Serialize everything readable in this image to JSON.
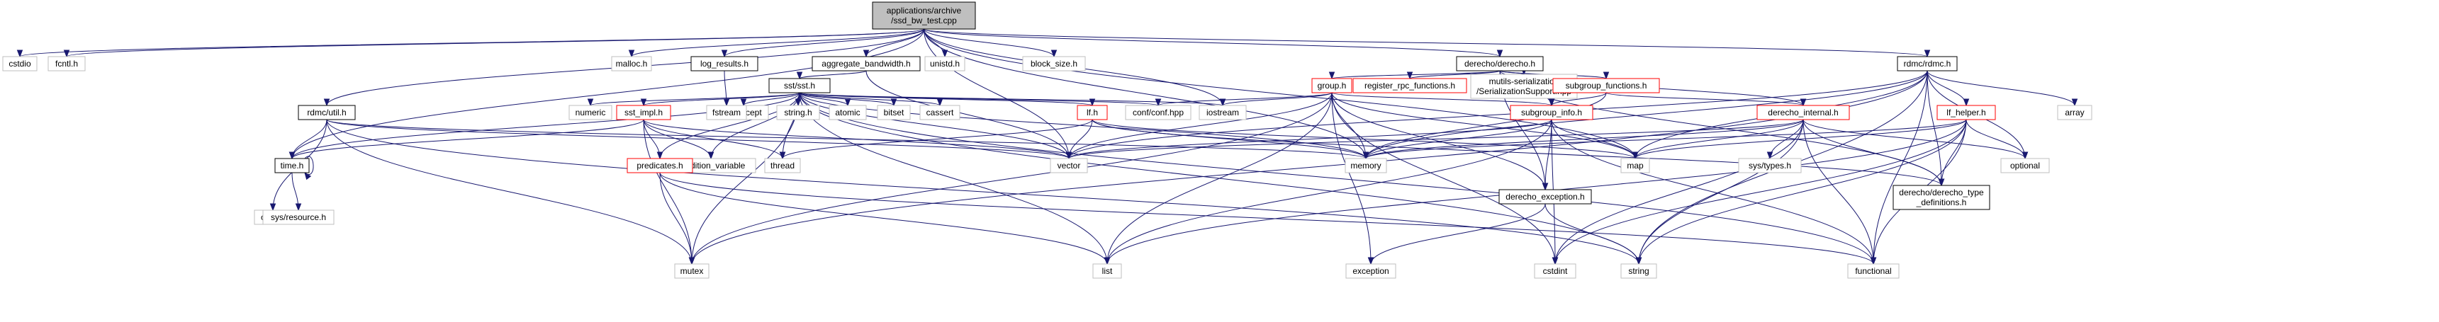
{
  "colors": {
    "edge": "#191970",
    "root_fill": "#bfbfbf",
    "node_border_black": "#000000",
    "node_border_red": "#ff0000",
    "node_border_gray": "#bfbfbf",
    "text": "#000000"
  },
  "nodes": [
    {
      "id": "root",
      "lines": [
        "applications/archive",
        "/ssd_bw_test.cpp"
      ],
      "style": "root"
    },
    {
      "id": "cstdio",
      "lines": [
        "cstdio"
      ],
      "style": "gray"
    },
    {
      "id": "fcntl",
      "lines": [
        "fcntl.h"
      ],
      "style": "gray"
    },
    {
      "id": "time",
      "lines": [
        "time.h"
      ],
      "style": "black"
    },
    {
      "id": "rdmc_util",
      "lines": [
        "rdmc/util.h"
      ],
      "style": "black"
    },
    {
      "id": "cstdlib",
      "lines": [
        "cstdlib"
      ],
      "style": "gray"
    },
    {
      "id": "sys_resource",
      "lines": [
        "sys/resource.h"
      ],
      "style": "gray"
    },
    {
      "id": "numeric",
      "lines": [
        "numeric"
      ],
      "style": "gray"
    },
    {
      "id": "sst_impl",
      "lines": [
        "sst_impl.h"
      ],
      "style": "red"
    },
    {
      "id": "condition_variable",
      "lines": [
        "condition_variable"
      ],
      "style": "gray"
    },
    {
      "id": "predicates",
      "lines": [
        "predicates.h"
      ],
      "style": "red"
    },
    {
      "id": "thread",
      "lines": [
        "thread"
      ],
      "style": "gray"
    },
    {
      "id": "mutex",
      "lines": [
        "mutex"
      ],
      "style": "gray"
    },
    {
      "id": "stdexcept",
      "lines": [
        "stdexcept"
      ],
      "style": "gray"
    },
    {
      "id": "string_h",
      "lines": [
        "string.h"
      ],
      "style": "gray"
    },
    {
      "id": "atomic",
      "lines": [
        "atomic"
      ],
      "style": "gray"
    },
    {
      "id": "bitset",
      "lines": [
        "bitset"
      ],
      "style": "gray"
    },
    {
      "id": "cassert",
      "lines": [
        "cassert"
      ],
      "style": "gray"
    },
    {
      "id": "malloc",
      "lines": [
        "malloc.h"
      ],
      "style": "gray"
    },
    {
      "id": "log_results",
      "lines": [
        "log_results.h"
      ],
      "style": "black"
    },
    {
      "id": "fstream",
      "lines": [
        "fstream"
      ],
      "style": "gray"
    },
    {
      "id": "sst",
      "lines": [
        "sst/sst.h"
      ],
      "style": "black"
    },
    {
      "id": "aggregate_bandwidth",
      "lines": [
        "aggregate_bandwidth.h"
      ],
      "style": "black"
    },
    {
      "id": "unistd",
      "lines": [
        "unistd.h"
      ],
      "style": "gray"
    },
    {
      "id": "block_size",
      "lines": [
        "block_size.h"
      ],
      "style": "gray"
    },
    {
      "id": "lf",
      "lines": [
        "lf.h"
      ],
      "style": "red"
    },
    {
      "id": "conf_hpp",
      "lines": [
        "conf/conf.hpp"
      ],
      "style": "gray"
    },
    {
      "id": "iostream",
      "lines": [
        "iostream"
      ],
      "style": "gray"
    },
    {
      "id": "list",
      "lines": [
        "list"
      ],
      "style": "gray"
    },
    {
      "id": "vector",
      "lines": [
        "vector"
      ],
      "style": "gray"
    },
    {
      "id": "memory",
      "lines": [
        "memory"
      ],
      "style": "gray"
    },
    {
      "id": "derecho",
      "lines": [
        "derecho/derecho.h"
      ],
      "style": "black"
    },
    {
      "id": "group",
      "lines": [
        "group.h"
      ],
      "style": "red"
    },
    {
      "id": "register_rpc",
      "lines": [
        "register_rpc_functions.h"
      ],
      "style": "red"
    },
    {
      "id": "mutils_serial",
      "lines": [
        "mutils-serialization",
        "/SerializationSupport.hpp"
      ],
      "style": "gray"
    },
    {
      "id": "subgroup_functions",
      "lines": [
        "subgroup_functions.h"
      ],
      "style": "red"
    },
    {
      "id": "subgroup_info",
      "lines": [
        "subgroup_info.h"
      ],
      "style": "red"
    },
    {
      "id": "derecho_exception",
      "lines": [
        "derecho_exception.h"
      ],
      "style": "black"
    },
    {
      "id": "exception",
      "lines": [
        "exception"
      ],
      "style": "gray"
    },
    {
      "id": "cstdint",
      "lines": [
        "cstdint"
      ],
      "style": "gray"
    },
    {
      "id": "string",
      "lines": [
        "string"
      ],
      "style": "gray"
    },
    {
      "id": "map",
      "lines": [
        "map"
      ],
      "style": "gray"
    },
    {
      "id": "derecho_internal",
      "lines": [
        "derecho_internal.h"
      ],
      "style": "red"
    },
    {
      "id": "sys_types",
      "lines": [
        "sys/types.h"
      ],
      "style": "gray"
    },
    {
      "id": "functional",
      "lines": [
        "functional"
      ],
      "style": "gray"
    },
    {
      "id": "derecho_type_defs",
      "lines": [
        "derecho/derecho_type",
        "_definitions.h"
      ],
      "style": "black"
    },
    {
      "id": "rdmc",
      "lines": [
        "rdmc/rdmc.h"
      ],
      "style": "black"
    },
    {
      "id": "lf_helper",
      "lines": [
        "lf_helper.h"
      ],
      "style": "red"
    },
    {
      "id": "optional",
      "lines": [
        "optional"
      ],
      "style": "gray"
    },
    {
      "id": "array",
      "lines": [
        "array"
      ],
      "style": "gray"
    }
  ],
  "edges": [
    [
      "root",
      "cstdio"
    ],
    [
      "root",
      "fcntl"
    ],
    [
      "root",
      "time"
    ],
    [
      "root",
      "rdmc_util"
    ],
    [
      "root",
      "malloc"
    ],
    [
      "root",
      "log_results"
    ],
    [
      "root",
      "aggregate_bandwidth"
    ],
    [
      "root",
      "unistd"
    ],
    [
      "root",
      "block_size"
    ],
    [
      "root",
      "derecho"
    ],
    [
      "root",
      "rdmc"
    ],
    [
      "root",
      "vector"
    ],
    [
      "root",
      "memory"
    ],
    [
      "root",
      "iostream"
    ],
    [
      "root",
      "map"
    ],
    [
      "log_results",
      "fstream"
    ],
    [
      "aggregate_bandwidth",
      "sst"
    ],
    [
      "aggregate_bandwidth",
      "vector"
    ],
    [
      "sst",
      "numeric"
    ],
    [
      "sst",
      "sst_impl"
    ],
    [
      "sst",
      "condition_variable"
    ],
    [
      "sst",
      "predicates"
    ],
    [
      "sst",
      "thread"
    ],
    [
      "sst",
      "mutex"
    ],
    [
      "sst",
      "stdexcept"
    ],
    [
      "sst",
      "string_h"
    ],
    [
      "sst",
      "atomic"
    ],
    [
      "sst",
      "bitset"
    ],
    [
      "sst",
      "cassert"
    ],
    [
      "sst",
      "lf"
    ],
    [
      "sst",
      "conf_hpp"
    ],
    [
      "sst",
      "iostream"
    ],
    [
      "sst",
      "list"
    ],
    [
      "sst",
      "vector"
    ],
    [
      "sst",
      "memory"
    ],
    [
      "sst",
      "functional"
    ],
    [
      "sst",
      "string"
    ],
    [
      "sst",
      "time"
    ],
    [
      "sst_impl",
      "time"
    ],
    [
      "sst_impl",
      "condition_variable"
    ],
    [
      "sst_impl",
      "predicates"
    ],
    [
      "sst_impl",
      "thread"
    ],
    [
      "sst_impl",
      "mutex"
    ],
    [
      "sst_impl",
      "vector"
    ],
    [
      "predicates",
      "mutex"
    ],
    [
      "predicates",
      "list"
    ],
    [
      "predicates",
      "functional"
    ],
    [
      "rdmc_util",
      "cstdlib"
    ],
    [
      "rdmc_util",
      "time"
    ],
    [
      "rdmc_util",
      "mutex"
    ],
    [
      "rdmc_util",
      "vector"
    ],
    [
      "rdmc_util",
      "memory"
    ],
    [
      "rdmc_util",
      "string"
    ],
    [
      "time",
      "sys_resource"
    ],
    [
      "time",
      "time"
    ],
    [
      "lf",
      "thread"
    ],
    [
      "lf",
      "vector"
    ],
    [
      "lf",
      "memory"
    ],
    [
      "lf",
      "map"
    ],
    [
      "lf",
      "derecho_type_defs"
    ],
    [
      "derecho",
      "group"
    ],
    [
      "derecho",
      "register_rpc"
    ],
    [
      "derecho",
      "mutils_serial"
    ],
    [
      "derecho",
      "subgroup_functions"
    ],
    [
      "derecho",
      "subgroup_info"
    ],
    [
      "derecho",
      "derecho_exception"
    ],
    [
      "derecho",
      "derecho_internal"
    ],
    [
      "derecho",
      "derecho_type_defs"
    ],
    [
      "group",
      "conf_hpp"
    ],
    [
      "group",
      "iostream"
    ],
    [
      "group",
      "vector"
    ],
    [
      "group",
      "mutex"
    ],
    [
      "group",
      "subgroup_info"
    ],
    [
      "group",
      "derecho_exception"
    ],
    [
      "group",
      "exception"
    ],
    [
      "group",
      "cstdint"
    ],
    [
      "group",
      "list"
    ],
    [
      "group",
      "map"
    ],
    [
      "group",
      "memory"
    ],
    [
      "subgroup_functions",
      "subgroup_info"
    ],
    [
      "subgroup_functions",
      "memory"
    ],
    [
      "subgroup_functions",
      "derecho_internal"
    ],
    [
      "subgroup_info",
      "derecho_exception"
    ],
    [
      "subgroup_info",
      "vector"
    ],
    [
      "subgroup_info",
      "memory"
    ],
    [
      "subgroup_info",
      "map"
    ],
    [
      "subgroup_info",
      "cstdint"
    ],
    [
      "subgroup_info",
      "functional"
    ],
    [
      "subgroup_info",
      "list"
    ],
    [
      "derecho_exception",
      "exception"
    ],
    [
      "derecho_exception",
      "string"
    ],
    [
      "derecho_internal",
      "sys_types"
    ],
    [
      "derecho_internal",
      "map"
    ],
    [
      "derecho_internal",
      "memory"
    ],
    [
      "derecho_internal",
      "vector"
    ],
    [
      "derecho_internal",
      "string"
    ],
    [
      "derecho_internal",
      "cstdint"
    ],
    [
      "derecho_internal",
      "functional"
    ],
    [
      "derecho_internal",
      "derecho_type_defs"
    ],
    [
      "derecho_internal",
      "optional"
    ],
    [
      "rdmc",
      "lf_helper"
    ],
    [
      "rdmc",
      "array"
    ],
    [
      "rdmc",
      "map"
    ],
    [
      "rdmc",
      "memory"
    ],
    [
      "rdmc",
      "vector"
    ],
    [
      "rdmc",
      "optional"
    ],
    [
      "rdmc",
      "string"
    ],
    [
      "rdmc",
      "functional"
    ],
    [
      "rdmc",
      "derecho_type_defs"
    ],
    [
      "rdmc",
      "mutex"
    ],
    [
      "lf_helper",
      "map"
    ],
    [
      "lf_helper",
      "memory"
    ],
    [
      "lf_helper",
      "optional"
    ],
    [
      "lf_helper",
      "string"
    ],
    [
      "lf_helper",
      "functional"
    ],
    [
      "lf_helper",
      "cstdint"
    ],
    [
      "lf_helper",
      "derecho_type_defs"
    ],
    [
      "lf_helper",
      "list"
    ]
  ]
}
